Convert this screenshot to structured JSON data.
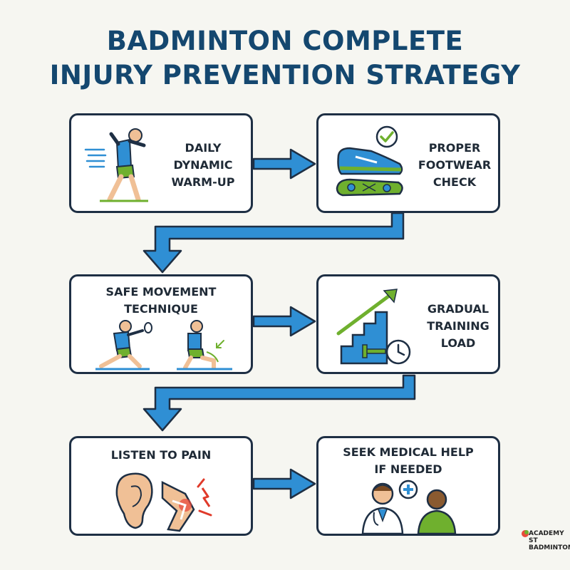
{
  "title": {
    "line1": "BADMINTON COMPLETE",
    "line2": "INJURY PREVENTION STRATEGY"
  },
  "steps": [
    {
      "lines": [
        "DAILY",
        "DYNAMIC",
        "WARM-UP"
      ],
      "icon": "stretching-person-icon"
    },
    {
      "lines": [
        "PROPER",
        "FOOTWEAR",
        "CHECK"
      ],
      "icon": "shoe-check-icon"
    },
    {
      "lines": [
        "SAFE MOVEMENT",
        "TECHNIQUE"
      ],
      "icon": "lunge-technique-icon"
    },
    {
      "lines": [
        "GRADUAL",
        "TRAINING",
        "LOAD"
      ],
      "icon": "stairs-growth-icon"
    },
    {
      "lines": [
        "LISTEN TO PAIN"
      ],
      "icon": "ear-knee-pain-icon"
    },
    {
      "lines": [
        "SEEK MEDICAL HELP",
        "IF NEEDED"
      ],
      "icon": "doctor-patient-icon"
    }
  ],
  "logo": {
    "line1": "ACADEMY",
    "line2": "ST BADMINTON"
  },
  "colors": {
    "title": "#14476f",
    "arrow": "#2f8fd4",
    "border": "#1e2f44",
    "accent_green": "#6fb02e",
    "accent_blue": "#2f8fd4"
  }
}
